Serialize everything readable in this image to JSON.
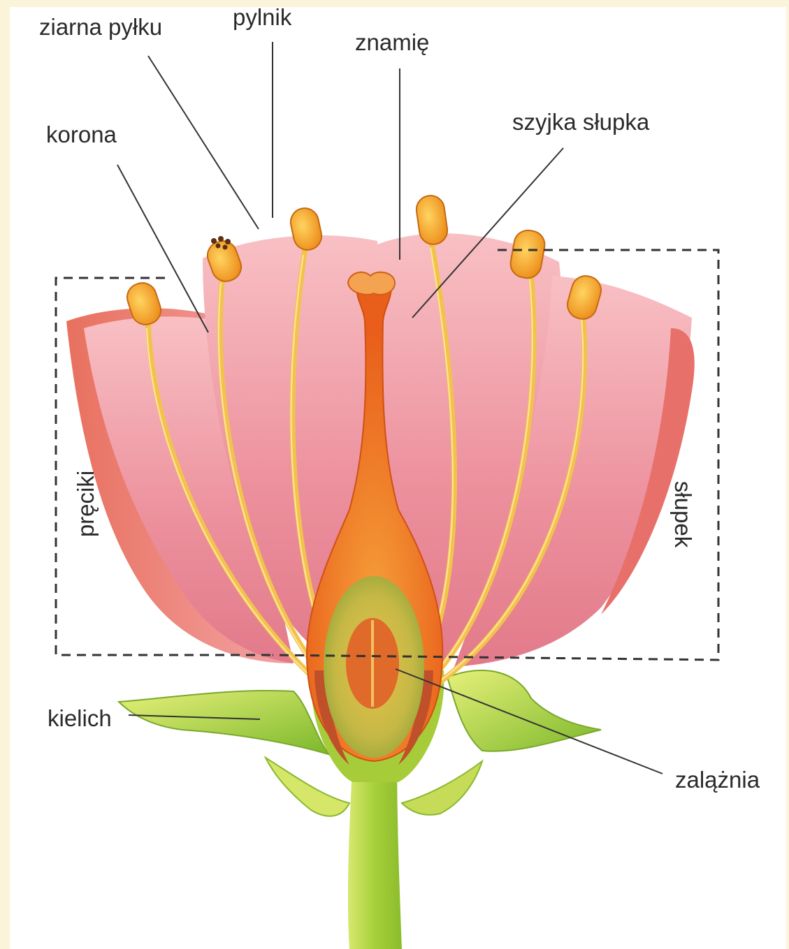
{
  "labels": {
    "pollen_grains": "ziarna pyłku",
    "anther": "pylnik",
    "stigma": "znamię",
    "corolla": "korona",
    "style": "szyjka słupka",
    "stamens": "pręciki",
    "pistil": "słupek",
    "calyx": "kielich",
    "ovary": "zalążnia"
  },
  "colors": {
    "background": "#fbf3da",
    "petal": "#f0a0a8",
    "petal_edge": "#e8706a",
    "pistil": "#f07a24",
    "ovary_inner": "#b0b040",
    "ovule": "#e06a2a",
    "stem": "#a8d038",
    "sepal": "#9ccc34",
    "stamen_filament": "#f2c24c",
    "anther": "#f29a1e",
    "leader_line": "#333333"
  }
}
